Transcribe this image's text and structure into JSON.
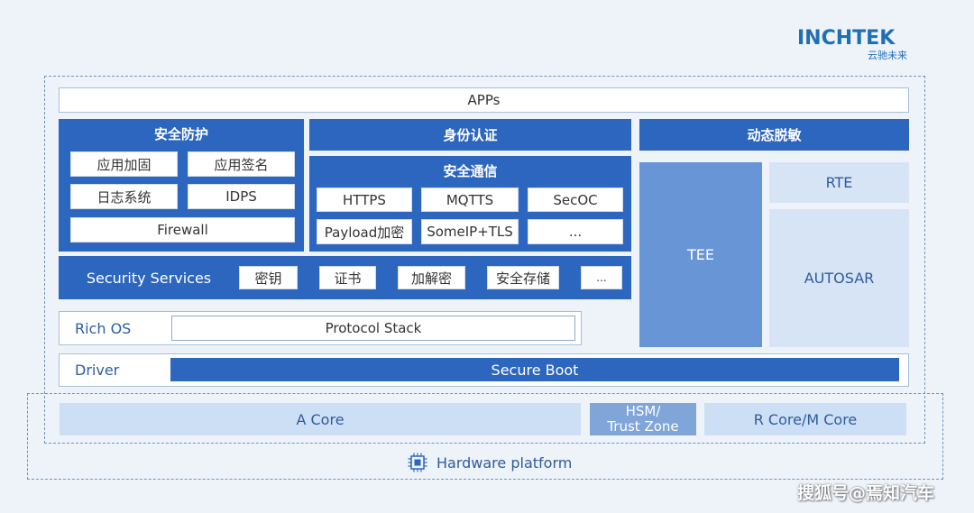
{
  "logo": {
    "main": "INCHTEK",
    "sub": "云驰未来"
  },
  "apps": "APPs",
  "security_protection": {
    "title": "安全防护",
    "items": [
      "应用加固",
      "应用签名",
      "日志系统",
      "IDPS",
      "Firewall"
    ]
  },
  "identity_auth": {
    "title": "身份认证"
  },
  "secure_comm": {
    "title": "安全通信",
    "items": [
      "HTTPS",
      "MQTTS",
      "SecOC",
      "Payload加密",
      "SomeIP+TLS",
      "..."
    ]
  },
  "dynamic_desensitization": {
    "title": "动态脱敏"
  },
  "security_services": {
    "title": "Security Services",
    "items": [
      "密钥",
      "证书",
      "加解密",
      "安全存储",
      "..."
    ]
  },
  "rich_os": {
    "label": "Rich OS",
    "protocol_stack": "Protocol Stack"
  },
  "driver": {
    "label": "Driver",
    "secure_boot": "Secure Boot"
  },
  "tee": "TEE",
  "rte": "RTE",
  "autosar": "AUTOSAR",
  "hardware": {
    "a_core": "A Core",
    "hsm_line1": "HSM/",
    "hsm_line2": "Trust Zone",
    "r_core": "R Core/M Core",
    "platform_label": "Hardware platform"
  },
  "watermark": "搜狐号@焉知汽车",
  "colors": {
    "dark_blue": "#2d66be",
    "mid_blue": "#6795d6",
    "pale_blue": "#d6e4f5",
    "background": "#eef3fa",
    "logo_blue": "#1f6fb5"
  }
}
